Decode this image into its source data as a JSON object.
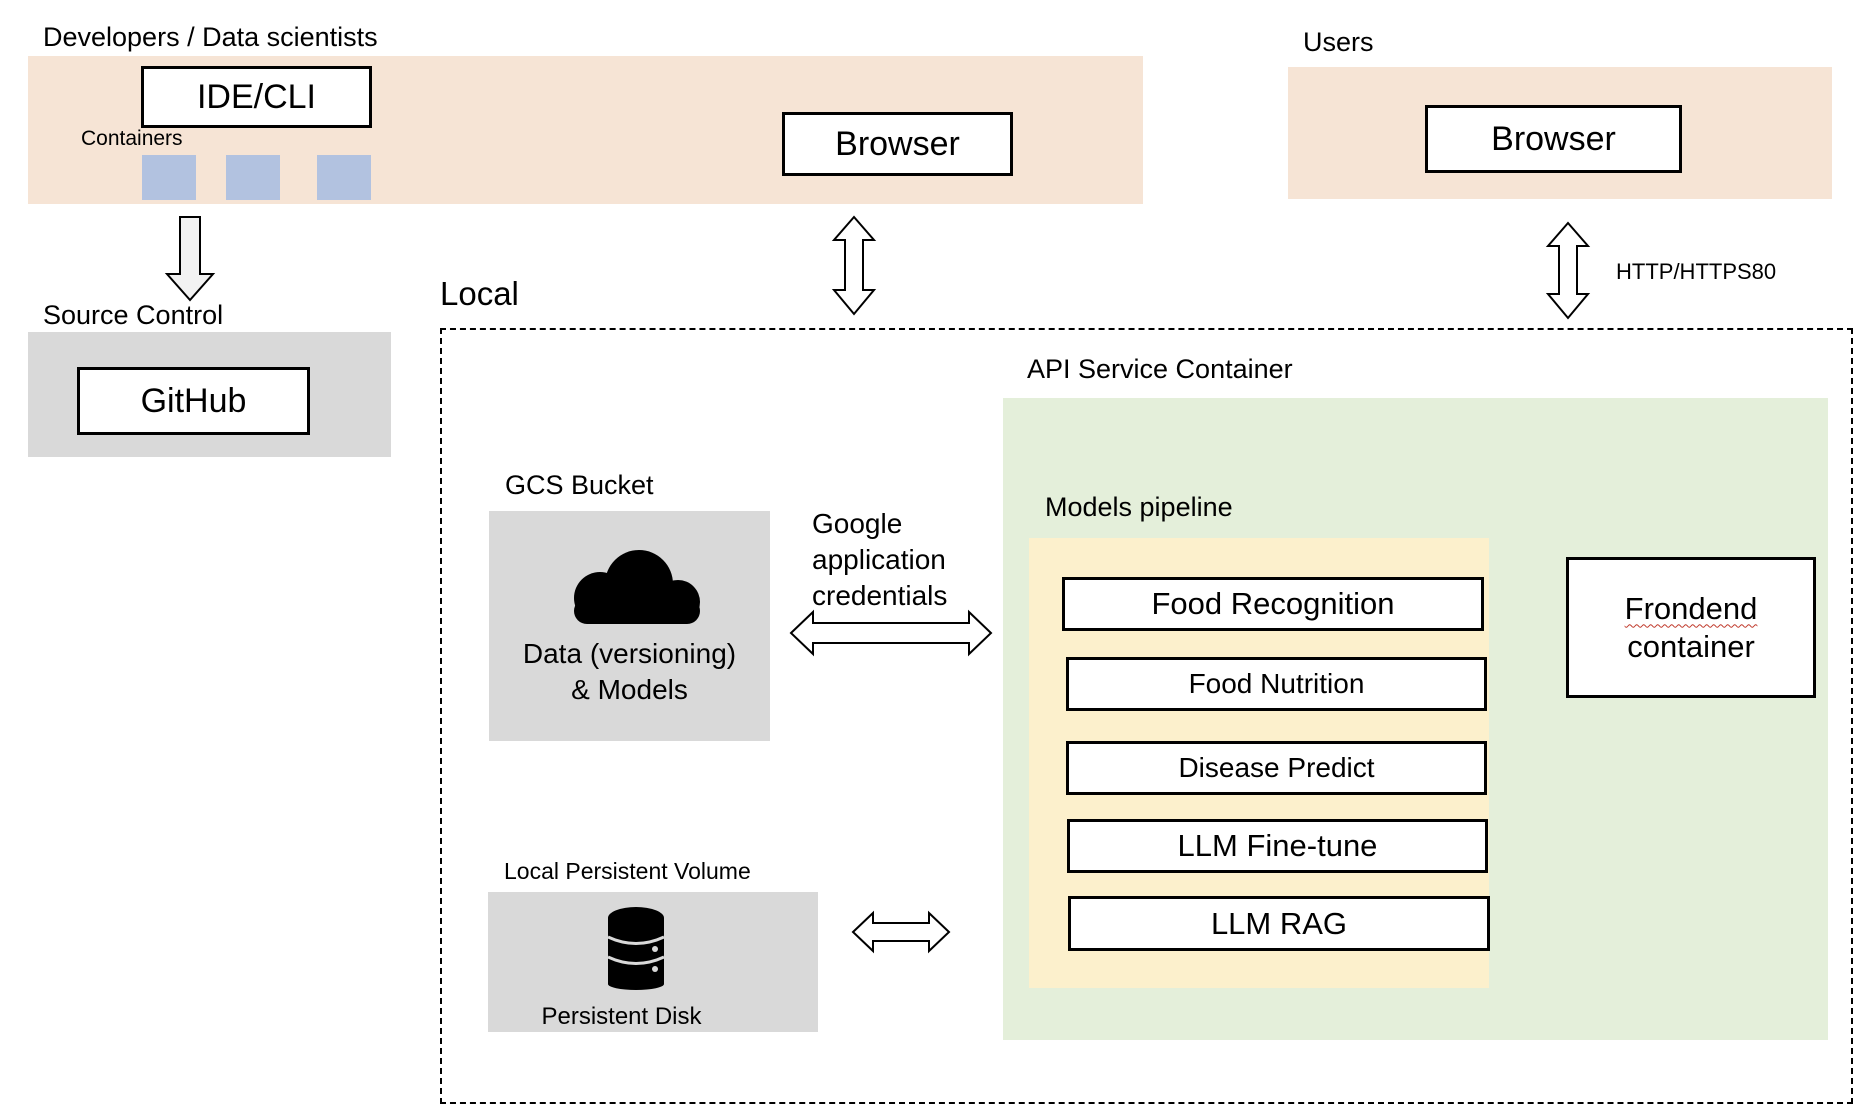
{
  "developers": {
    "title": "Developers / Data scientists",
    "ide_cli": "IDE/CLI",
    "containers_label": "Containers",
    "browser": "Browser"
  },
  "source_control": {
    "title": "Source Control",
    "github": "GitHub"
  },
  "users": {
    "title": "Users",
    "browser": "Browser",
    "protocol": "HTTP/HTTPS80"
  },
  "local": {
    "title": "Local",
    "gcs": {
      "title": "GCS Bucket",
      "line1": "Data (versioning)",
      "line2": "& Models",
      "icon": "cloud-icon"
    },
    "credentials": {
      "line1": "Google",
      "line2": "application",
      "line3": "credentials"
    },
    "volume": {
      "title": "Local Persistent Volume",
      "disk": "Persistent Disk",
      "icon": "database-icon"
    },
    "api": {
      "title": "API Service Container",
      "pipeline_title": "Models pipeline",
      "models": [
        "Food Recognition",
        "Food Nutrition",
        "Disease Predict",
        "LLM Fine-tune",
        "LLM RAG"
      ],
      "frontend_line1": "Frondend",
      "frontend_line2": "container"
    }
  },
  "colors": {
    "peach": "#f6e4d5",
    "gray": "#d9d9d9",
    "green": "#e4efda",
    "yellow": "#fcf0cc",
    "chip": "#b2c2e0"
  }
}
